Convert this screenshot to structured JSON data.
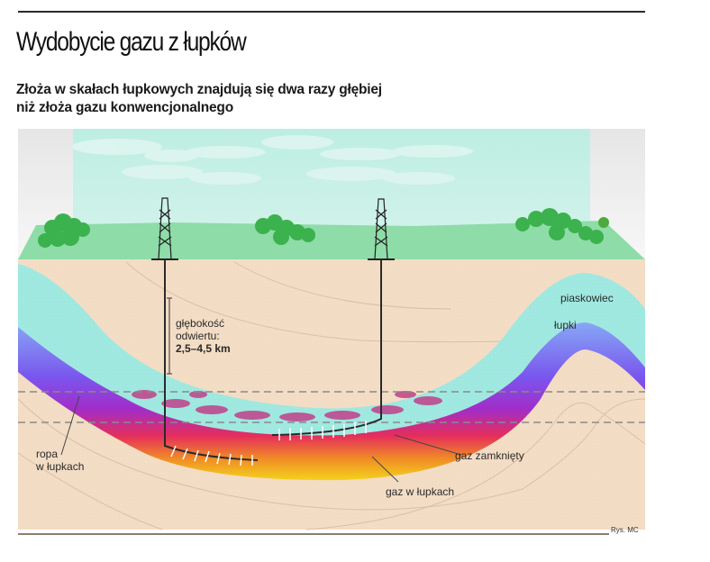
{
  "header": {
    "title": "Wydobycie gazu z łupków",
    "subtitle_line1": "Złoża w skałach łupkowych znajdują się dwa razy głębiej",
    "subtitle_line2": "niż złoża gazu konwencjonalnego"
  },
  "diagram": {
    "labels": {
      "depth_line1": "głębokość",
      "depth_line2": "odwiertu:",
      "depth_value": "2,5–4,5 km",
      "sandstone": "piaskowiec",
      "shale": "łupki",
      "oil_line1": "ropa",
      "oil_line2": "w łupkach",
      "tight_gas": "gaz zamknięty",
      "shale_gas": "gaz w łupkach"
    },
    "credit": "Rys. MC",
    "colors": {
      "sky": "#c8f0e6",
      "grass": "#8fdca6",
      "ground": "#f3dcc4",
      "sandstone": "#9ee8e0",
      "shale_top": "#7b6ff0",
      "shale_mid": "#8a2fd0",
      "oil": "#e8305a",
      "gas": "#f2b81a",
      "rig": "#222222"
    }
  }
}
